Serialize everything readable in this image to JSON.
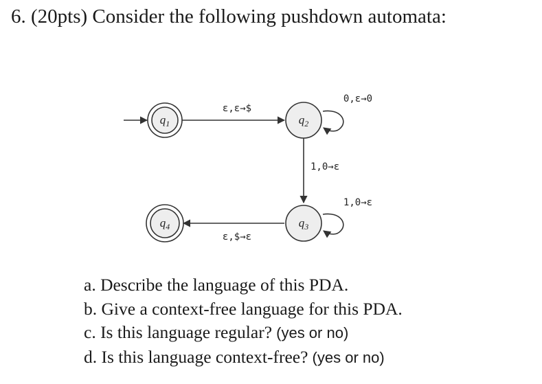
{
  "question": {
    "heading": "6. (20pts) Consider the following pushdown automata:",
    "parts": [
      {
        "id": "a",
        "text": "a. Describe the language of this PDA.",
        "note": ""
      },
      {
        "id": "b",
        "text": "b. Give a context-free language for this PDA.",
        "note": ""
      },
      {
        "id": "c",
        "text": "c. Is this language regular?",
        "note": " (yes or no)"
      },
      {
        "id": "d",
        "text": "d. Is this language context-free?",
        "note": " (yes or no)"
      }
    ]
  },
  "pda": {
    "states": [
      {
        "id": "q1",
        "base": "q",
        "sub": "1",
        "accepting": true,
        "start": true
      },
      {
        "id": "q2",
        "base": "q",
        "sub": "2",
        "accepting": false,
        "start": false
      },
      {
        "id": "q3",
        "base": "q",
        "sub": "3",
        "accepting": false,
        "start": false
      },
      {
        "id": "q4",
        "base": "q",
        "sub": "4",
        "accepting": true,
        "start": false
      }
    ],
    "transitions": [
      {
        "from": "q1",
        "to": "q2",
        "label": "ε,ε→$"
      },
      {
        "from": "q2",
        "to": "q2",
        "label": "0,ε→0"
      },
      {
        "from": "q2",
        "to": "q3",
        "label": "1,0→ε"
      },
      {
        "from": "q3",
        "to": "q3",
        "label": "1,0→ε"
      },
      {
        "from": "q3",
        "to": "q4",
        "label": "ε,$→ε"
      }
    ],
    "colors": {
      "state_fill": "#eeeeee",
      "stroke": "#333333",
      "text": "#222222"
    }
  }
}
